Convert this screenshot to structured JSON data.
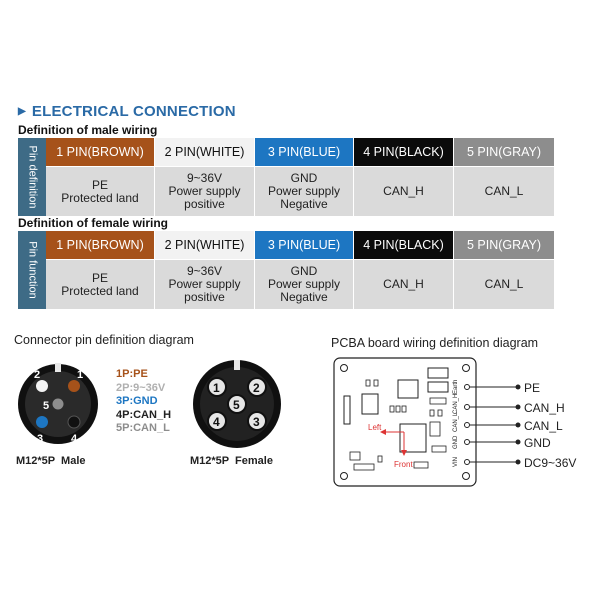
{
  "title": "ELECTRICAL CONNECTION",
  "male": {
    "heading": "Definition of male wiring",
    "side_label": "Pin definition",
    "pins": [
      {
        "header": "1 PIN(BROWN)",
        "desc": "PE\nProtected land",
        "color": "#a6521a"
      },
      {
        "header": "2 PIN(WHITE)",
        "desc": "9~36V\nPower supply\npositive",
        "color": "#f2f2f2"
      },
      {
        "header": "3 PIN(BLUE)",
        "desc": "GND\nPower supply\nNegative",
        "color": "#1d76c2"
      },
      {
        "header": "4 PIN(BLACK)",
        "desc": "CAN_H",
        "color": "#0b0b0b"
      },
      {
        "header": "5 PIN(GRAY)",
        "desc": "CAN_L",
        "color": "#8d8d8d"
      }
    ]
  },
  "female": {
    "heading": "Definition of female wiring",
    "side_label": "Pin function",
    "pins": [
      {
        "header": "1 PIN(BROWN)",
        "desc": "PE\nProtected land"
      },
      {
        "header": "2 PIN(WHITE)",
        "desc": "9~36V\nPower supply\npositive"
      },
      {
        "header": "3 PIN(BLUE)",
        "desc": "GND\nPower supply\nNegative"
      },
      {
        "header": "4 PIN(BLACK)",
        "desc": "CAN_H"
      },
      {
        "header": "5 PIN(GRAY)",
        "desc": "CAN_L"
      }
    ]
  },
  "connector": {
    "title": "Connector pin definition diagram",
    "legend": [
      "1P:PE",
      "2P:9~36V",
      "3P:GND",
      "4P:CAN_H",
      "5P:CAN_L"
    ],
    "legend_colors": [
      "#a6521a",
      "#9a9a9a",
      "#1d76c2",
      "#222222",
      "#8d8d8d"
    ],
    "male_caption": "M12*5P  Male",
    "female_caption": "M12*5P  Female",
    "male_pins": [
      "1",
      "2",
      "3",
      "4",
      "5"
    ],
    "female_pins": [
      "1",
      "2",
      "3",
      "4",
      "5"
    ]
  },
  "pcba": {
    "title": "PCBA board wiring definition diagram",
    "signals": [
      "PE",
      "CAN_H",
      "CAN_L",
      "GND",
      "DC9~36V"
    ],
    "pad_labels": [
      "Earth",
      "CAN_H",
      "CAN_L",
      "GND",
      "VIN"
    ],
    "left_label": "Left",
    "front_label": "Front"
  }
}
